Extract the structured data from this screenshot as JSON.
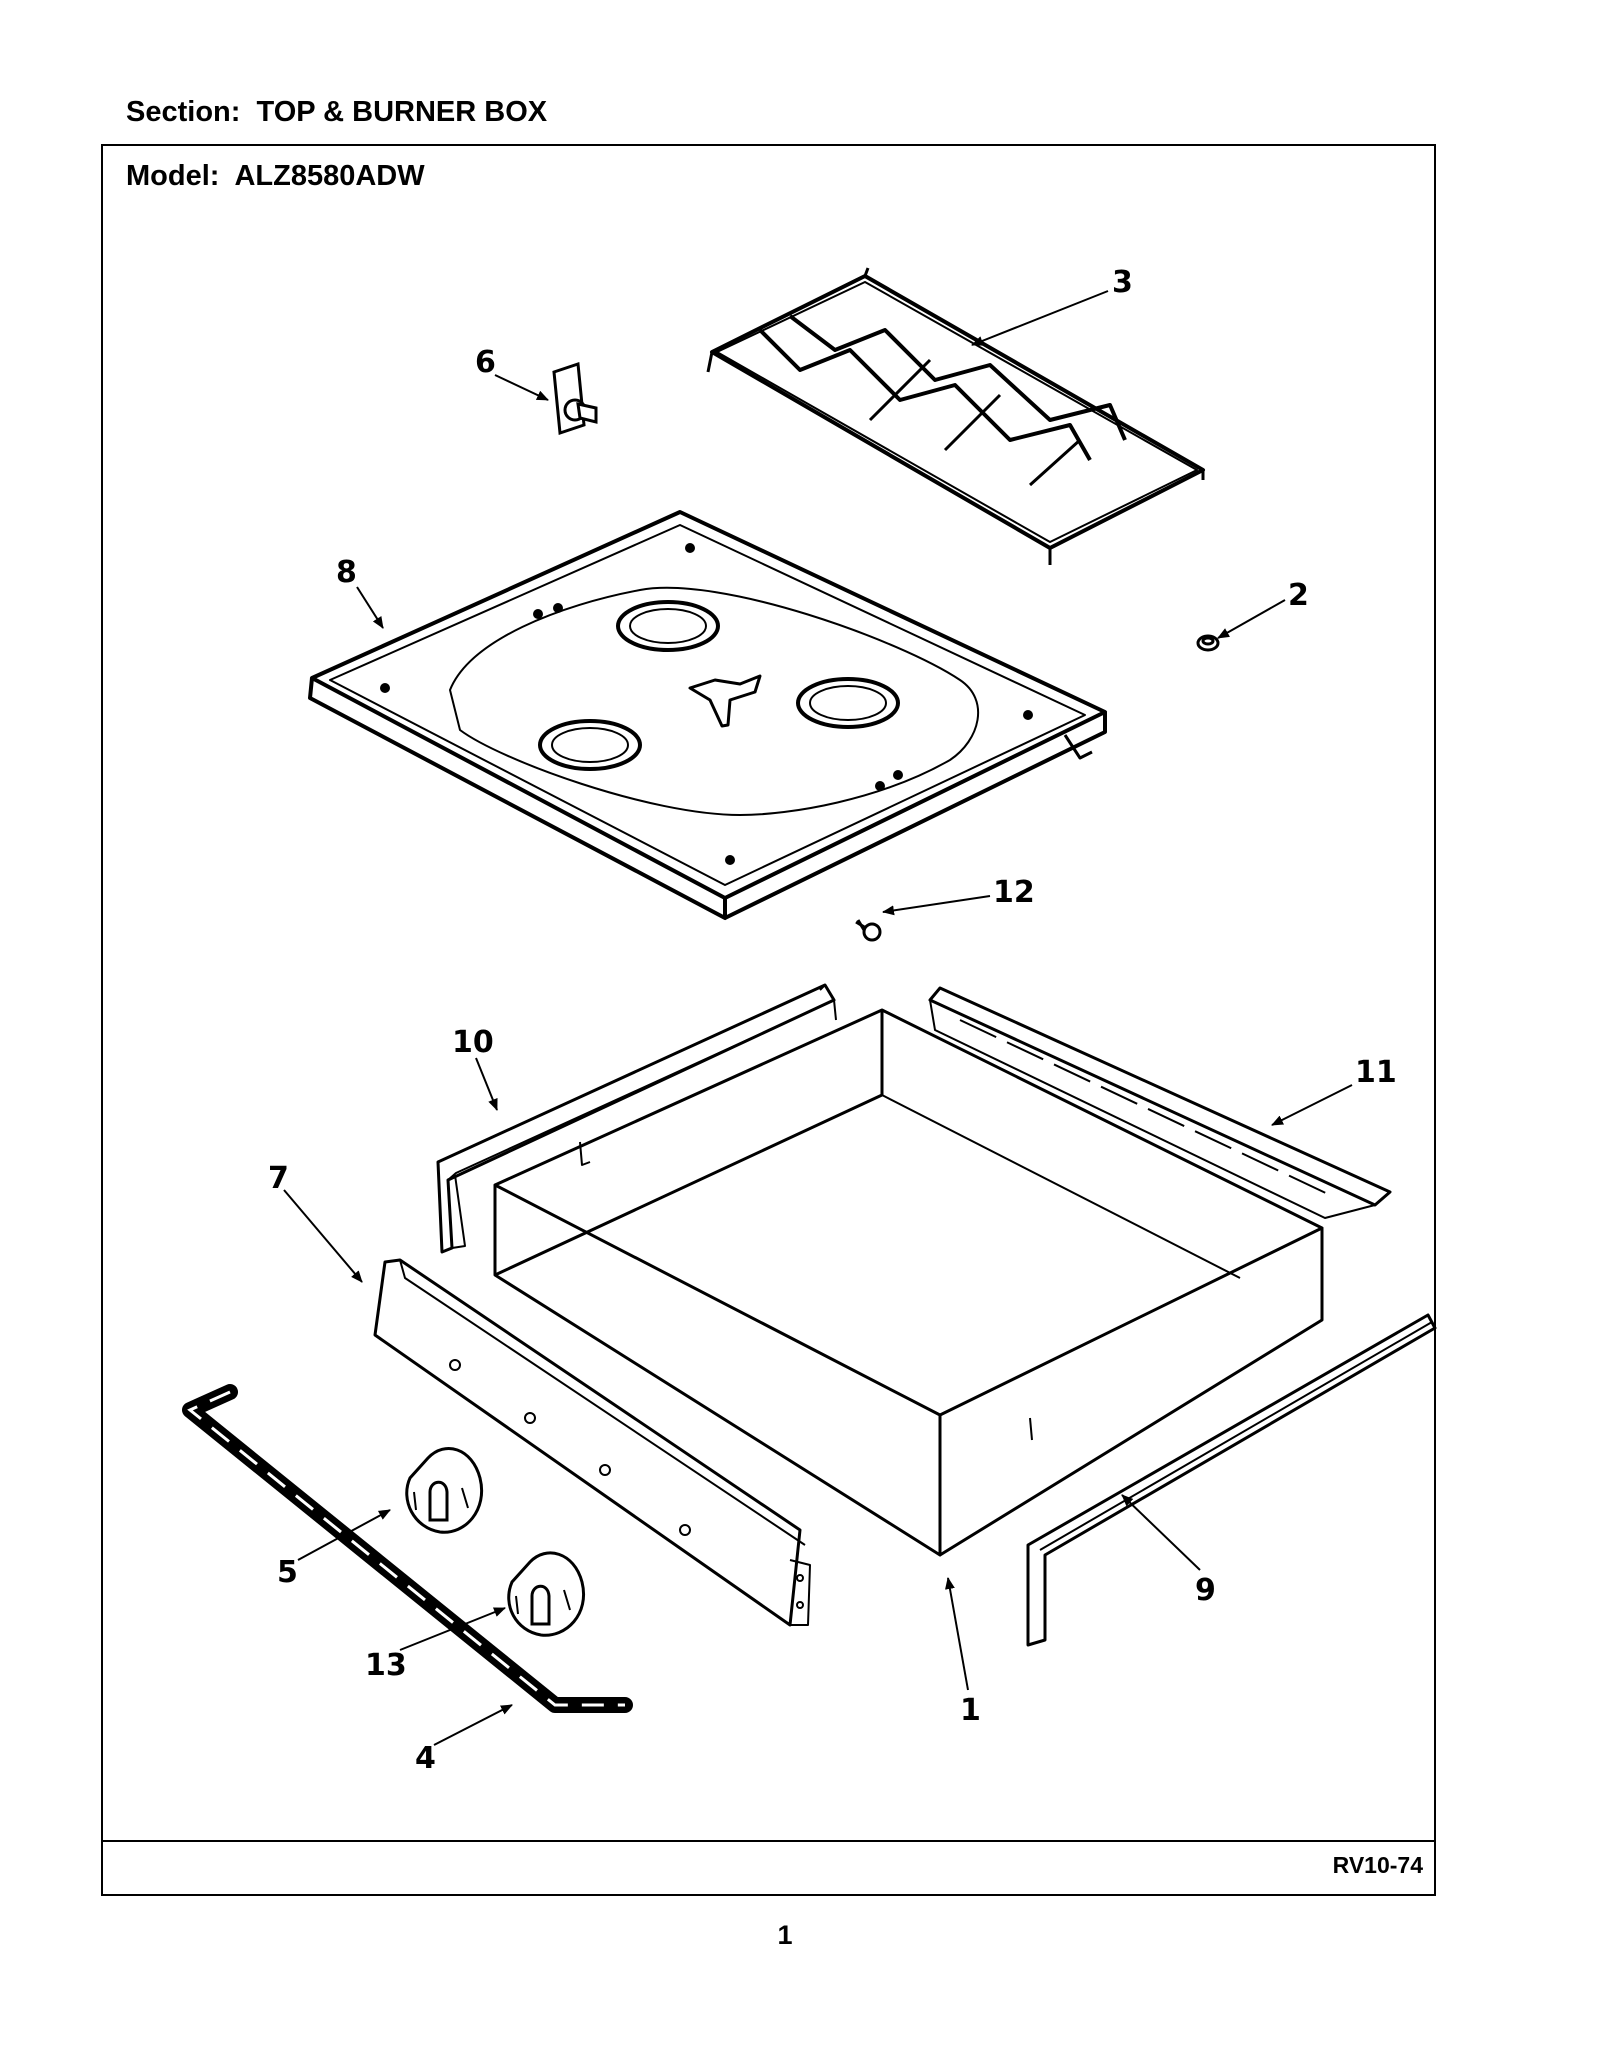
{
  "header": {
    "section_title": "Section:  TOP & BURNER BOX",
    "model_title": "Model:  ALZ8580ADW"
  },
  "footer": {
    "code": "RV10-74",
    "page_number": "1"
  },
  "callouts": {
    "c1": "1",
    "c2": "2",
    "c3": "3",
    "c4": "4",
    "c5": "5",
    "c6": "6",
    "c7": "7",
    "c8": "8",
    "c9": "9",
    "c10": "10",
    "c11": "11",
    "c12": "12",
    "c13": "13"
  }
}
